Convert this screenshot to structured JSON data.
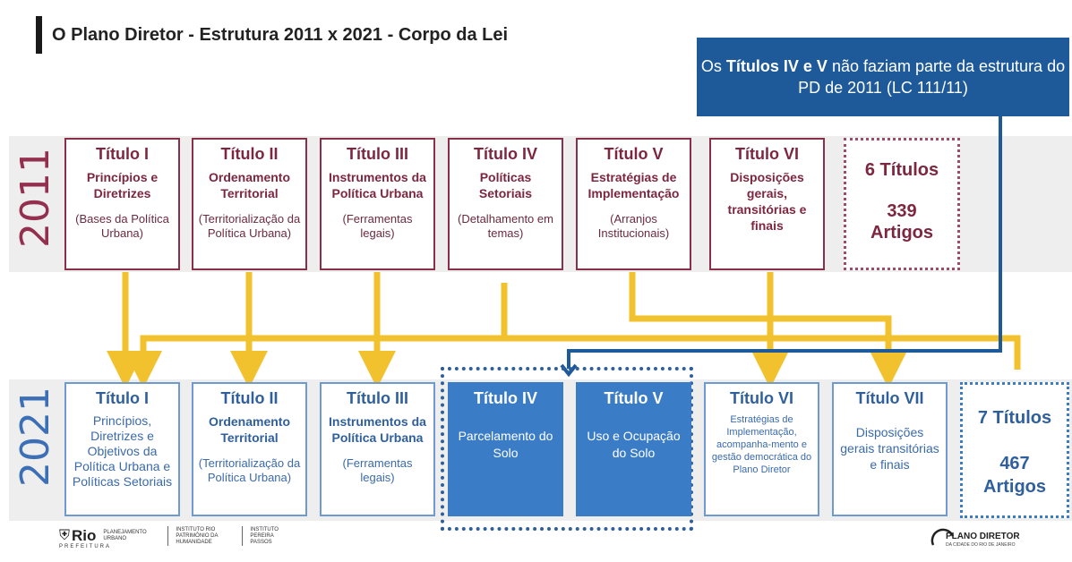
{
  "header": {
    "title": "O  Plano Diretor - Estrutura 2011 x 2021 - Corpo da Lei"
  },
  "note": {
    "prefix": "Os ",
    "bold": "Títulos IV e V",
    "rest": " não faziam parte da estrutura do PD de 2011 (LC 111/11)"
  },
  "years": {
    "y2011": "2011",
    "y2021": "2021"
  },
  "row2011": [
    {
      "h": "Título I",
      "s": "Princípios e Diretrizes",
      "n": "(Bases da Política Urbana)"
    },
    {
      "h": "Título II",
      "s": "Ordenamento Territorial",
      "n": "(Territorialização da Política Urbana)"
    },
    {
      "h": "Título III",
      "s": "Instrumentos da Política Urbana",
      "n": "(Ferramentas legais)"
    },
    {
      "h": "Título IV",
      "s": "Políticas Setoriais",
      "n": "(Detalhamento em temas)"
    },
    {
      "h": "Título V",
      "s": "Estratégias de Implementação",
      "n": "(Arranjos Institucionais)"
    },
    {
      "h": "Título VI",
      "s": "Disposições gerais, transitórias e finais",
      "n": ""
    }
  ],
  "sum2011": {
    "titulos": "6  Títulos",
    "artigos": "339 Artigos"
  },
  "row2021": [
    {
      "h": "Título I",
      "s": "",
      "n": "Princípios, Diretrizes e Objetivos da Política Urbana e Políticas Setoriais"
    },
    {
      "h": "Título II",
      "s": "Ordenamento Territorial",
      "n": "(Territorialização da Política Urbana)"
    },
    {
      "h": "Título III",
      "s": "Instrumentos da Política Urbana",
      "n": "(Ferramentas legais)"
    },
    {
      "h": "Título IV",
      "s": "",
      "n": "Parcelamento do Solo"
    },
    {
      "h": "Título V",
      "s": "",
      "n": "Uso e Ocupação do Solo"
    },
    {
      "h": "Título VI",
      "s": "",
      "n": "Estratégias de Implementação, acompanha-mento e gestão democrática do Plano Diretor"
    },
    {
      "h": "Título VII",
      "s": "",
      "n": "Disposições gerais transitórias e finais"
    }
  ],
  "sum2021": {
    "titulos": "7 Títulos",
    "artigos": "467 Artigos"
  },
  "footer": {
    "rio": "Rio",
    "prefeitura": "PREFEITURA",
    "l1": "PLANEJAMENTO URBANO",
    "l2": "INSTITUTO RIO PATRIMÔNIO DA HUMANIDADE",
    "l3": "INSTITUTO PEREIRA PASSOS",
    "plano": "PLANO DIRETOR",
    "plano_sub": "DA CIDADE DO RIO DE JANEIRO"
  },
  "colors": {
    "c2011": "#8a2f49",
    "c2021": "#3a7cc6",
    "arrow": "#f2c12e",
    "note": "#1e5a9a"
  }
}
